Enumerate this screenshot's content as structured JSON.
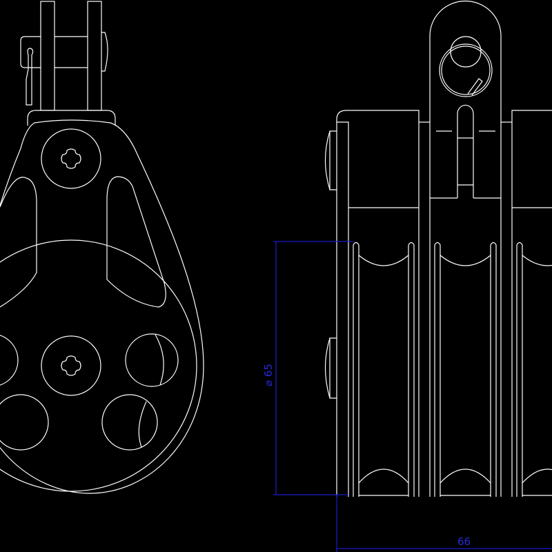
{
  "drawing": {
    "background_color": "#000000",
    "line_color": "#ffffff",
    "dimension_color": "#1a1ad0",
    "views": [
      "side-view",
      "front-view"
    ],
    "dimensions": {
      "sheave_diameter": "⌀ 65",
      "width": "66"
    }
  }
}
